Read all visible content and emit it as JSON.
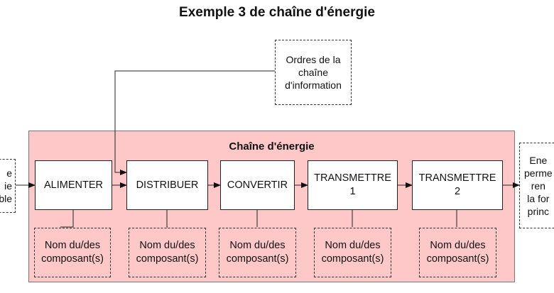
{
  "title": "Exemple 3 de chaîne d'énergie",
  "orders_box": "Ordres de la\nchaîne\nd'information",
  "zone_title": "Chaîne d'énergie",
  "input_box": "e\nie\nble",
  "output_box": "Ene\nperme\nren\nla for\nprinc",
  "functions": [
    {
      "label": "ALIMENTER"
    },
    {
      "label": "DISTRIBUER"
    },
    {
      "label": "CONVERTIR"
    },
    {
      "label": "TRANSMETTRE\n1"
    },
    {
      "label": "TRANSMETTRE\n2"
    }
  ],
  "components": [
    {
      "label": "Nom du/des\ncomposant(s)"
    },
    {
      "label": "Nom du/des\ncomposant(s)"
    },
    {
      "label": "Nom du/des\ncomposant(s)"
    },
    {
      "label": "Nom du/des\ncomposant(s)"
    },
    {
      "label": "Nom du/des\ncomposant(s)"
    }
  ]
}
